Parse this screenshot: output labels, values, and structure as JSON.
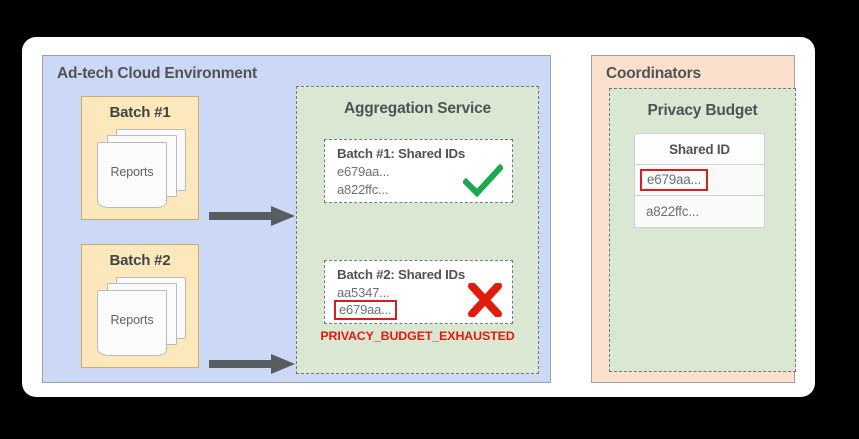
{
  "diagram": {
    "background_color": "#000000",
    "card_color": "#ffffff",
    "panels": [
      {
        "name": "ad-tech-cloud-environment",
        "title": "Ad-tech Cloud Environment",
        "color": "#ccd9f6"
      },
      {
        "name": "coordinators",
        "title": "Coordinators",
        "color": "#fbe1cd"
      }
    ]
  },
  "adtech": {
    "title": "Ad-tech Cloud Environment",
    "batches": [
      {
        "label": "Batch #1",
        "reports_label": "Reports"
      },
      {
        "label": "Batch #2",
        "reports_label": "Reports"
      }
    ],
    "arrow_color": "#585d61"
  },
  "aggregation_service": {
    "title": "Aggregation Service",
    "box_color": "#d9e7d3",
    "cards": [
      {
        "title": "Batch #1: Shared IDs",
        "ids": [
          "e679aa...",
          "a822ffc..."
        ],
        "highlighted_id": null,
        "status": "check",
        "status_color": "#1aa850"
      },
      {
        "title": "Batch #2: Shared IDs",
        "ids": [
          "aa5347...",
          "e679aa..."
        ],
        "highlighted_id": "e679aa...",
        "status": "cross",
        "status_color": "#e31b0c"
      }
    ],
    "error_message": "PRIVACY_BUDGET_EXHAUSTED",
    "error_color": "#e31b0c"
  },
  "coordinators": {
    "title": "Coordinators",
    "privacy_budget": {
      "title": "Privacy Budget",
      "box_color": "#d9e7d3",
      "table": {
        "header": "Shared ID",
        "rows": [
          {
            "value": "e679aa...",
            "highlighted": true
          },
          {
            "value": "a822ffc...",
            "highlighted": false
          }
        ],
        "highlight_color": "#d32020"
      }
    }
  }
}
